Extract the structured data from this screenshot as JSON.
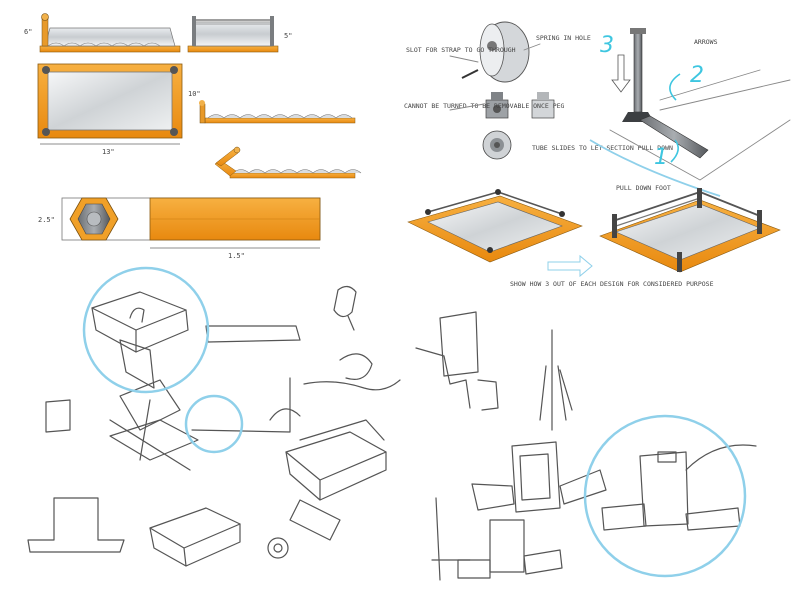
{
  "colors": {
    "accent_orange": "#f39a1c",
    "highlight_cyan": "#8fd0ea",
    "number_cyan": "#3ec6e0",
    "pencil": "#555555"
  },
  "top_left": {
    "dims": {
      "front_h": "6\"",
      "side_h": "5\"",
      "plan_h": "10\"",
      "plan_w": "13\"",
      "hex_h": "2.5\"",
      "bar_w": "1.5\""
    }
  },
  "top_right": {
    "notes": {
      "n1": "SLOT FOR STRAP TO GO THROUGH",
      "n2": "SPRING IN HOLE",
      "n3": "CANNOT BE TURNED TO BE REMOVABLE ONCE PEG",
      "n4": "ARROWS",
      "n5": "TUBE SLIDES TO LET SECTION PULL DOWN",
      "n6": "PULL DOWN FOOT",
      "n7": "SHOW HOW 3 OUT OF EACH DESIGN FOR CONSIDERED PURPOSE"
    },
    "step_numbers": [
      "3",
      "2",
      "1"
    ]
  },
  "icons": {
    "peg_knob": "peg-knob-icon",
    "arrow": "arrow-icon"
  }
}
